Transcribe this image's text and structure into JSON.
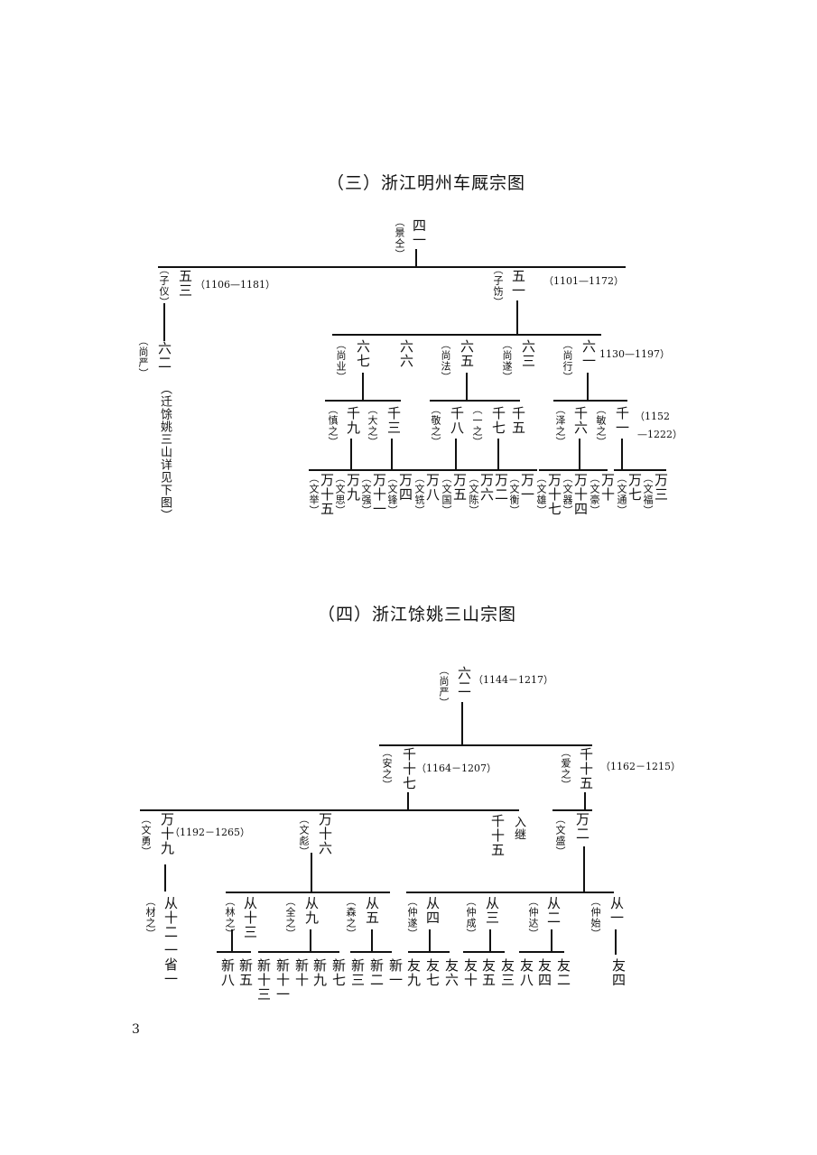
{
  "section3": {
    "title": "（三）浙江明州车厩宗图",
    "root": {
      "rank": "四一",
      "name": "（景仝）"
    },
    "wusan": {
      "rank": "五三",
      "name": "（子仪）",
      "years": "（1106—1181）"
    },
    "liuer": {
      "rank": "六二",
      "name": "（尚严）",
      "note": "（迁馀姚三山详见下图）"
    },
    "wuyi": {
      "rank": "五一",
      "name": "（子饬）",
      "years": "（1101—1172）"
    },
    "gen3": [
      {
        "rank": "六七",
        "name": "（尚业）"
      },
      {
        "rank": "六六",
        "name": ""
      },
      {
        "rank": "六五",
        "name": "（尚法）"
      },
      {
        "rank": "六三",
        "name": "（尚遂）"
      },
      {
        "rank": "六一",
        "name": "（尚行）",
        "years": "1130—1197）"
      }
    ],
    "gen4": [
      {
        "rank": "千九",
        "name": "（慎之）"
      },
      {
        "rank": "千三",
        "name": "（大之）"
      },
      {
        "rank": "千八",
        "name": "（敬之）"
      },
      {
        "rank": "千七",
        "name": "（一之）"
      },
      {
        "rank": "千五",
        "name": ""
      },
      {
        "rank": "千六",
        "name": "（泽之）"
      },
      {
        "rank": "千一",
        "name": "（敏之）",
        "years1": "（1152",
        "years2": "—1222）"
      }
    ],
    "gen5": [
      {
        "rank": "万十五",
        "name": "（文举）"
      },
      {
        "rank": "万九",
        "name": "（文思）"
      },
      {
        "rank": "万十一",
        "name": "（文强）"
      },
      {
        "rank": "万四",
        "name": "（文锋）"
      },
      {
        "rank": "万八",
        "name": "（文铣）"
      },
      {
        "rank": "万五",
        "name": "（文国）"
      },
      {
        "rank": "万六",
        "name": "（文陈）"
      },
      {
        "rank": "万二",
        "name": ""
      },
      {
        "rank": "万一",
        "name": "（文衡）"
      },
      {
        "rank": "万十七",
        "name": "（文雄）"
      },
      {
        "rank": "万十四",
        "name": "（文器）"
      },
      {
        "rank": "万十",
        "name": "（文豪）"
      },
      {
        "rank": "万七",
        "name": "（文通）"
      },
      {
        "rank": "万三",
        "name": "（文福）"
      }
    ]
  },
  "section4": {
    "title": "（四）浙江馀姚三山宗图",
    "root": {
      "rank": "六二",
      "name": "（尚严）",
      "years": "（1144－1217）"
    },
    "qian17": {
      "rank": "千十七",
      "name": "（安之）",
      "years": "（1164－1207）"
    },
    "qian15": {
      "rank": "千十五",
      "name": "（爱之）",
      "years": "（1162－1215）"
    },
    "wan19": {
      "rank": "万十九",
      "name": "（文勇）",
      "years": "（1192－1265）"
    },
    "wan16": {
      "rank": "万十六",
      "name": "（文彪）"
    },
    "q15b": {
      "rank": "千十五",
      "name": "入继"
    },
    "wan2": {
      "rank": "万二",
      "name": "（文盛）"
    },
    "cong": [
      {
        "rank": "从十二",
        "name": "（材之）"
      },
      {
        "rank": "从十三",
        "name": "（林之）"
      },
      {
        "rank": "从九",
        "name": "（全之）"
      },
      {
        "rank": "从五",
        "name": "（森之）"
      },
      {
        "rank": "从四",
        "name": "（仲遂）"
      },
      {
        "rank": "从三",
        "name": "（仲成）"
      },
      {
        "rank": "从二",
        "name": "（仲达）"
      },
      {
        "rank": "从一",
        "name": "（仲始）"
      }
    ],
    "sheng": "一省一",
    "bottom": [
      "新八",
      "新五",
      "新十三",
      "新十一",
      "新十",
      "新九",
      "新七",
      "新三",
      "新二",
      "新一",
      "友九",
      "友七",
      "友六",
      "友十",
      "友五",
      "友三",
      "友八",
      "友四",
      "友二",
      "友四"
    ]
  },
  "page_number": "3"
}
